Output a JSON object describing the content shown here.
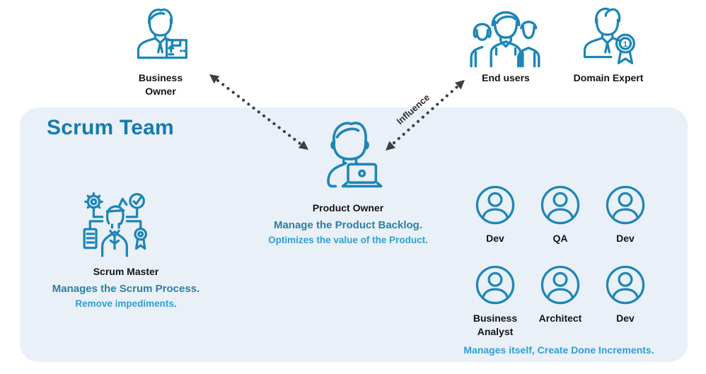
{
  "colors": {
    "icon_stroke": "#1e86b6",
    "panel_bg": "#eaf0f7",
    "title_text": "#147bad",
    "desc_primary_text": "#2a80a6",
    "desc_secondary_text": "#2f9fd3",
    "label_text": "#141414",
    "arrow": "#3d4043"
  },
  "external_actors": {
    "business_owner": {
      "label": "Business Owner"
    },
    "end_users": {
      "label": "End users"
    },
    "domain_expert": {
      "label": "Domain Expert"
    }
  },
  "arrows": {
    "influence_label": "Influence"
  },
  "scrum_team": {
    "title": "Scrum Team",
    "product_owner": {
      "label": "Product Owner",
      "desc_primary": "Manage the Product Backlog.",
      "desc_secondary": "Optimizes the value of the Product."
    },
    "scrum_master": {
      "label": "Scrum Master",
      "desc_primary": "Manages the Scrum Process.",
      "desc_secondary": "Remove impediments."
    },
    "members": [
      {
        "label": "Dev"
      },
      {
        "label": "QA"
      },
      {
        "label": "Dev"
      },
      {
        "label": "Business Analyst"
      },
      {
        "label": "Architect"
      },
      {
        "label": "Dev"
      }
    ],
    "footer": "Manages itself, Create Done Increments."
  },
  "icons": {
    "business_owner": "person-with-package-icon",
    "end_users": "three-users-icon",
    "domain_expert": "person-with-medal-icon",
    "product_owner": "person-with-laptop-icon",
    "scrum_master": "person-with-gear-check-badge-icon",
    "team_member": "user-circle-icon",
    "connector": "dotted-double-arrow"
  }
}
